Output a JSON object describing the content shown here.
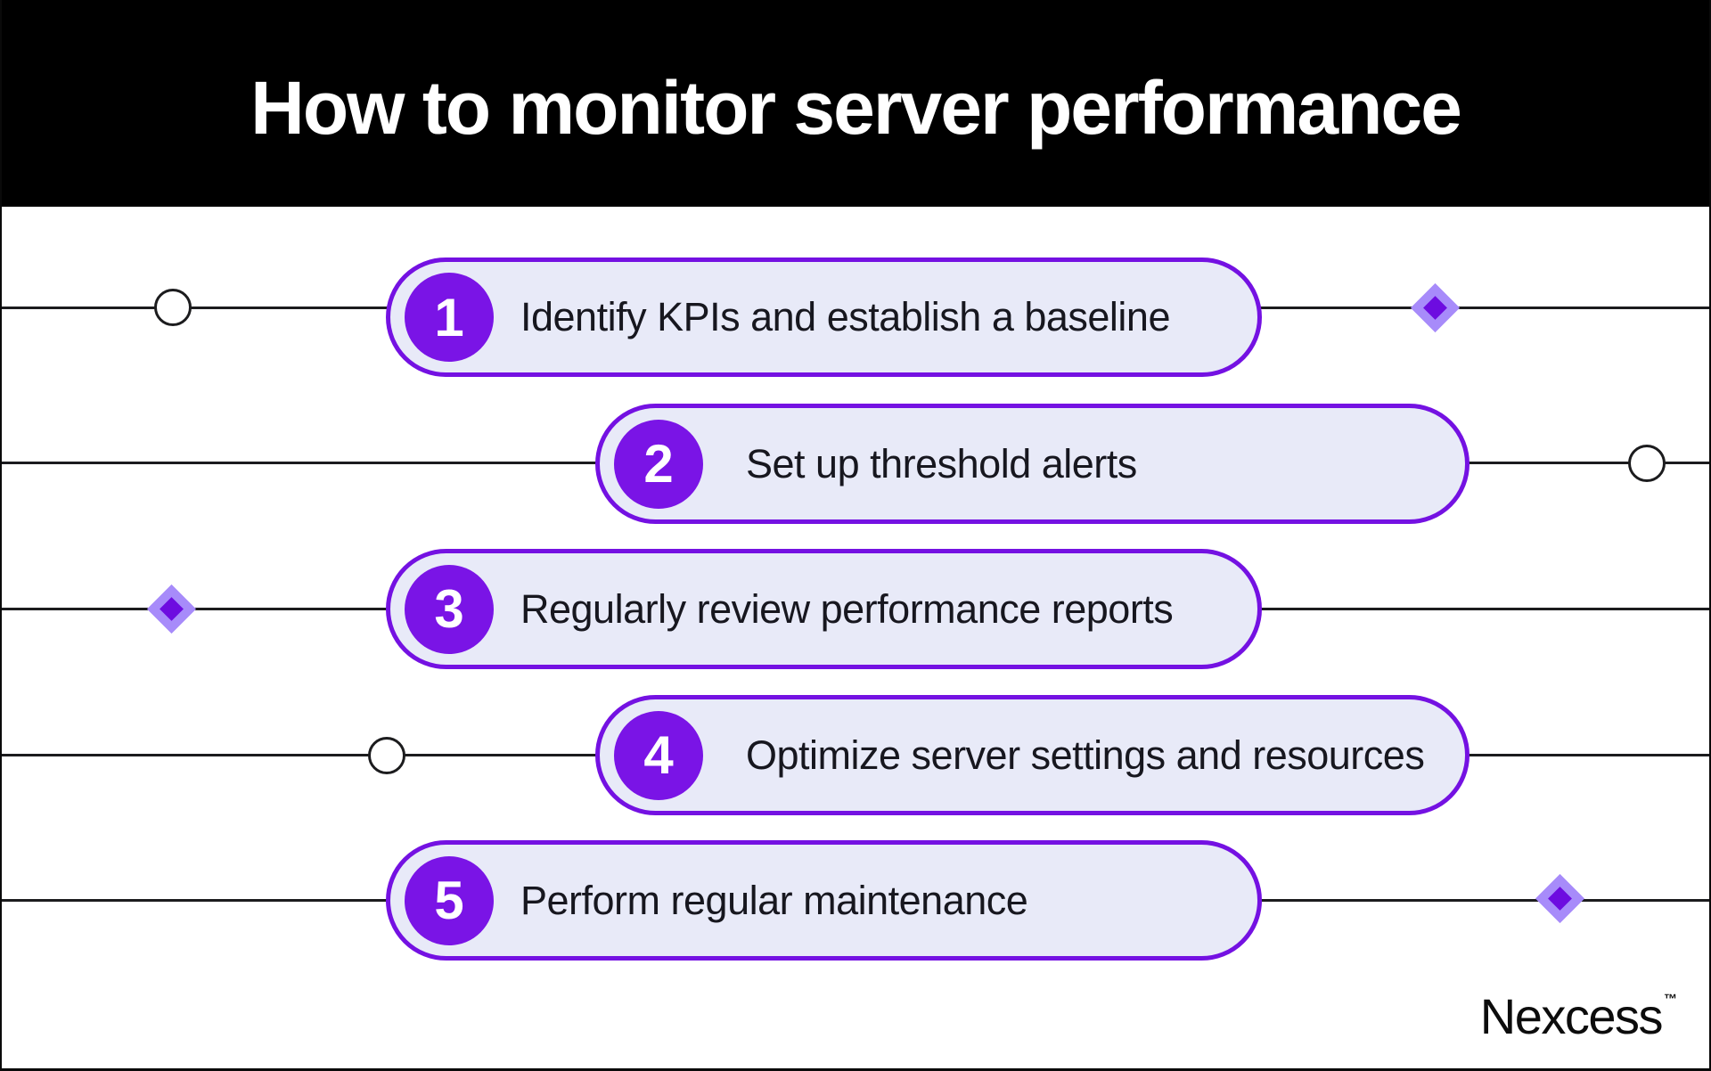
{
  "title": "How to monitor server performance",
  "steps": [
    {
      "number": "1",
      "label": "Identify KPIs and establish a baseline"
    },
    {
      "number": "2",
      "label": "Set up threshold alerts"
    },
    {
      "number": "3",
      "label": "Regularly review performance reports"
    },
    {
      "number": "4",
      "label": "Optimize server settings and resources"
    },
    {
      "number": "5",
      "label": "Perform regular maintenance"
    }
  ],
  "brand": {
    "name": "Nexcess",
    "tm": "™"
  },
  "colors": {
    "header_background": "#000000",
    "title_text": "#ffffff",
    "pill_fill": "#e8eaf8",
    "pill_border": "#7411e2",
    "number_badge": "#7a14e6",
    "step_text": "#17171f",
    "timeline_line": "#1c1c1e",
    "diamond_outer": "#a78bfa",
    "diamond_inner": "#6d0ce0",
    "page_background": "#ffffff"
  }
}
